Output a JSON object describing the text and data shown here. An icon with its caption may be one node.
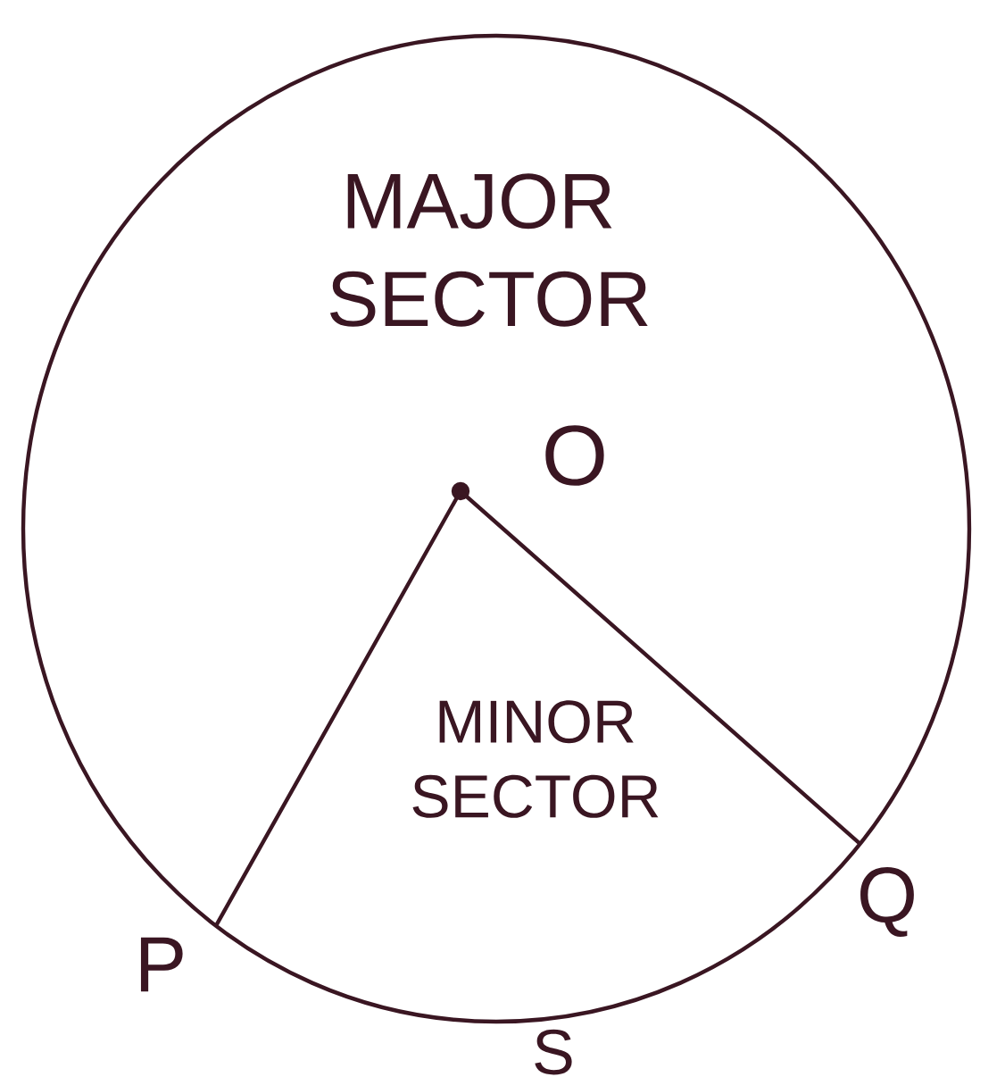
{
  "diagram": {
    "labels": [
      "MAJOR SECTOR",
      "O",
      "MINOR SECTOR",
      "P",
      "Q",
      "S"
    ]
  }
}
